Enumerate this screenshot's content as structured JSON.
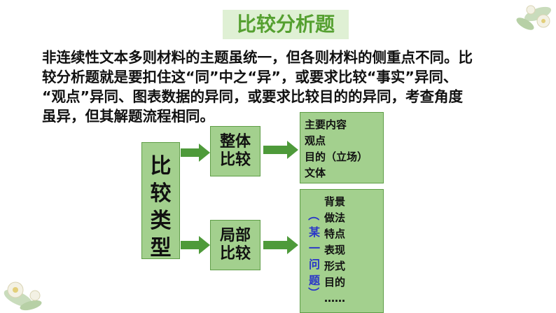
{
  "title": "比较分析题",
  "paragraph": {
    "line1": "非连续性文本多则材料的主题虽统一，但各则材料的侧重点不同。比",
    "line2": "较分析题就是要扣住这“同”中之“异”，或要求比较“事实”异同、",
    "line3": "“观点”异同、图表数据的异同，或要求比较目的的异同，考查角度",
    "line4": "虽异，但其解题流程相同。"
  },
  "diagram": {
    "main": [
      "比",
      "较",
      "类",
      "型"
    ],
    "overall": {
      "line1": "整体",
      "line2": "比较"
    },
    "partial": {
      "line1": "局部",
      "line2": "比较"
    },
    "overall_items": [
      "主要内容",
      "观点",
      "目的（立场）",
      "文体"
    ],
    "partial_items": [
      "背景",
      "做法",
      "特点",
      "表现",
      "形式",
      "目的",
      "……"
    ],
    "paren": [
      "（",
      "某",
      "一",
      "问",
      "题",
      "）"
    ]
  },
  "colors": {
    "title": "#55a030",
    "box_fill": "#a3d08e",
    "arrow": "#4e9a3a",
    "paren": "#2a36c8"
  },
  "icons": {
    "top_right": "flower-decoration-icon",
    "bottom_left": "flower-decoration-icon"
  }
}
